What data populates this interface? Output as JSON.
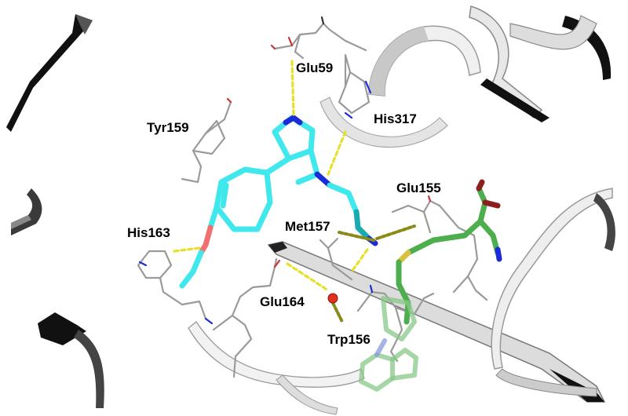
{
  "residue_labels": {
    "glu59": "Glu59",
    "his317": "His317",
    "tyr159": "Tyr159",
    "glu155": "Glu155",
    "met157": "Met157",
    "his163": "His163",
    "glu164": "Glu164",
    "trp156": "Trp156"
  },
  "colors": {
    "ligand_carbon": "#3ee8ec",
    "ligand_nitrogen": "#1c2bd8",
    "ligand_oxygen": "#f07070",
    "cofactor_carbon": "#4cae4c",
    "sulfur": "#d8c040",
    "protein_stick": "#9a9a9a",
    "ribbon_light": "#e8e8e8",
    "ribbon_dark": "#1a1a1a",
    "hbond": "#e6e02a",
    "water": "#e03020"
  }
}
